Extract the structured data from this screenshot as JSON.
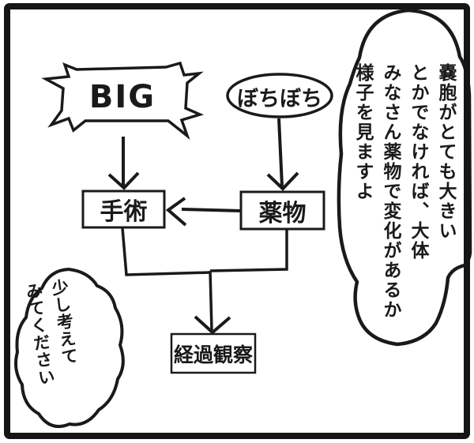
{
  "panel": {
    "ink_color": "#1a1a1a",
    "paper_color": "#ffffff"
  },
  "flowchart": {
    "big": {
      "label": "BIG"
    },
    "bochibochi": {
      "label": "ぼちぼち"
    },
    "surgery": {
      "label": "手術"
    },
    "drugs": {
      "label": "薬物"
    },
    "observation": {
      "label": "経過観察"
    }
  },
  "bubbles": {
    "right": {
      "lines": [
        "嚢胞がとても大きい",
        "とかでなければ、大体",
        "みなさん薬物で変化があるか",
        "様子を見ますよ"
      ]
    },
    "bottom_left": {
      "lines": [
        "少し考えて",
        "みてください"
      ]
    }
  }
}
